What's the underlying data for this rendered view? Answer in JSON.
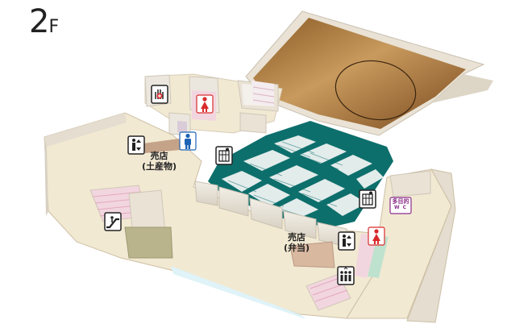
{
  "floor": {
    "number": "2",
    "suffix": "F"
  },
  "shops": [
    {
      "name": "売店",
      "note": "(土産物)"
    },
    {
      "name": "売店",
      "note": "(弁当)"
    }
  ],
  "multipurpose_wc": {
    "line1": "多目的",
    "line2": "W C"
  },
  "icons": [
    "first-aid-room-icon",
    "womens-restroom-icon",
    "mens-restroom-icon",
    "elevator-icon",
    "coin-locker-icon",
    "escalator-icon",
    "nursing-room-icon",
    "baby-care-icon"
  ],
  "colors": {
    "seating": "#0d6f6c",
    "floor": "#f2e9d3",
    "stage": "#b57a3a",
    "walls": "#e4ddd0",
    "womens": "#d92b2b",
    "mens": "#1d63b6",
    "multipurpose": "#8a2f8a"
  }
}
